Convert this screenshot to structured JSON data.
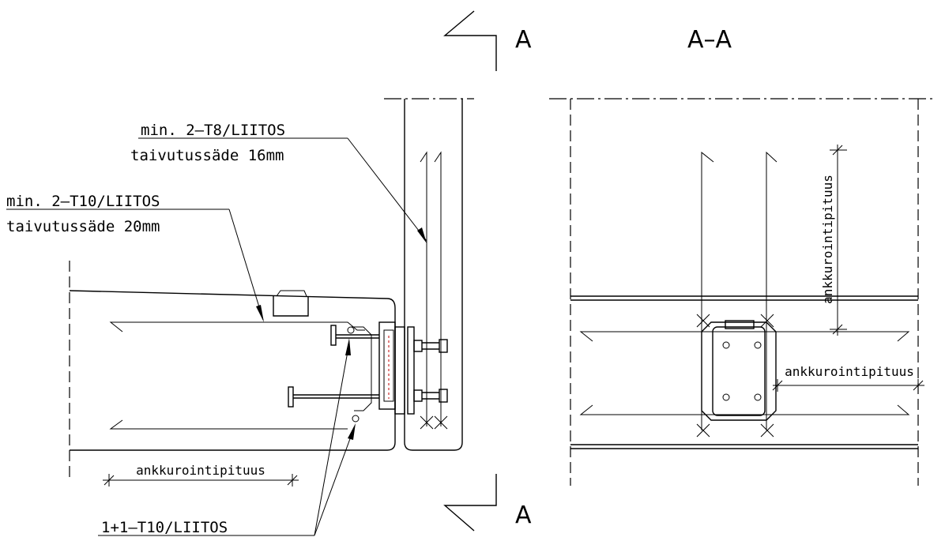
{
  "section_marks": {
    "top_letter": "A",
    "bottom_letter": "A",
    "view_title": "A–A"
  },
  "callouts": {
    "rebar_t8": {
      "line1": "min. 2–T8/LIITOS",
      "line2": "taivutussäde 16mm"
    },
    "rebar_t10": {
      "line1": "min. 2–T10/LIITOS",
      "line2": "taivutussäde 20mm"
    },
    "rebar_bottom": "1+1–T10/LIITOS"
  },
  "dimensions": {
    "left_anchorage": "ankkurointipituus",
    "right_vertical_anchorage": "ankkurointipituus",
    "right_horizontal_anchorage": "ankkurointipituus"
  }
}
